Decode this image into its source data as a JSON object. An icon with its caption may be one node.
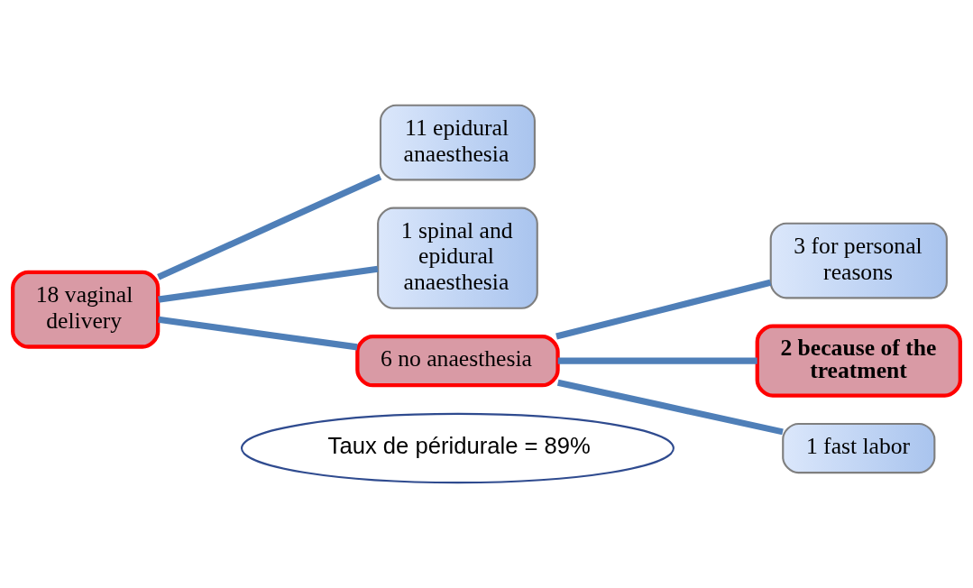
{
  "diagram": {
    "nodes": [
      {
        "text": [
          "18 vaginal delivery"
        ]
      },
      {
        "text": [
          "11 epidural anaesthesia"
        ]
      },
      {
        "text": [
          "1 spinal and epidural anaesthesia"
        ]
      },
      {
        "text": [
          "6 no anaesthesia"
        ]
      },
      {
        "text": [
          "3 for personal reasons"
        ]
      },
      {
        "text": [
          "2 because of the treatment"
        ]
      },
      {
        "text": [
          "1 fast labor"
        ]
      },
      {
        "text": [
          "Taux de péridurale = 89%"
        ]
      }
    ],
    "edges": [
      {
        "from": 0,
        "to": 1,
        "arrow": "none"
      },
      {
        "from": 0,
        "to": 2,
        "arrow": "none"
      },
      {
        "from": 0,
        "to": 3,
        "arrow": "none"
      },
      {
        "from": 3,
        "to": 4,
        "arrow": "none"
      },
      {
        "from": 3,
        "to": 5,
        "arrow": "none"
      },
      {
        "from": 3,
        "to": 6,
        "arrow": "none"
      }
    ]
  }
}
